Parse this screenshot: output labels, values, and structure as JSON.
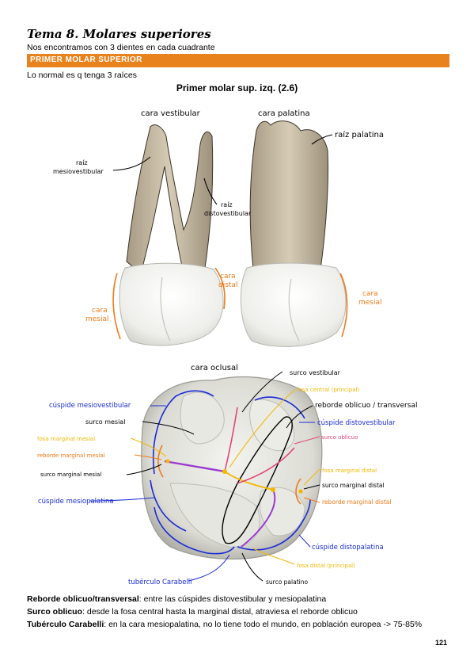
{
  "header": {
    "title": "Tema 8. Molares superiores",
    "subtitle": "Nos encontramos con 3 dientes en cada cuadrante"
  },
  "section": {
    "label": "PRIMER MOLAR SUPERIOR"
  },
  "intro_note": "Lo normal es q tenga 3 raíces",
  "figure": {
    "title": "Primer molar sup. izq. (2.6)",
    "labels": {
      "cara_vestibular": "cara vestibular",
      "cara_palatina": "cara palatina",
      "raiz_mv_1": "raíz",
      "raiz_mv_2": "mesiovestibular",
      "raiz_dv_1": "raíz",
      "raiz_dv_2": "distovestibular",
      "raiz_palatina": "raíz palatina",
      "cara_distal_1": "cara",
      "cara_distal_2": "distal",
      "cara_mesial_left_1": "cara",
      "cara_mesial_left_2": "mesial",
      "cara_mesial_right_1": "cara",
      "cara_mesial_right_2": "mesial",
      "cara_oclusal": "cara oclusal",
      "surco_vestibular": "surco vestibular",
      "fosa_central": "fosa central (principal)",
      "reborde_oblicuo": "reborde oblicuo / transversal",
      "cuspide_distovestibular": "cúspide distovestibular",
      "surco_oblicuo": "surco oblicuo",
      "fosa_marginal_distal": "fosa marginal distal",
      "surco_marginal_distal": "surco marginal distal",
      "reborde_marginal_distal": "reborde marginal distal",
      "cuspide_distopalatina": "cúspide distopalatina",
      "fosa_distal": "fosa distal (principal)",
      "surco_palatino": "surco palatino",
      "tuberculo_carabelli": "tubérculo Carabelli",
      "cuspide_mesiopalatina": "cúspide mesiopalatina",
      "surco_marginal_mesial": "surco marginal mesial",
      "reborde_marginal_mesial": "reborde marginal mesial",
      "fosa_marginal_mesial": "fosa marginal mesial",
      "surco_mesial": "surco mesial",
      "cuspide_mesiovestibular": "cúspide mesiovestibular"
    }
  },
  "definitions": [
    {
      "term": "Reborde oblicuo/transversal",
      "text": ": entre las cúspides distovestibular y mesiopalatina"
    },
    {
      "term": "Surco oblicuo",
      "text": ": desde la fosa central hasta la marginal distal, atraviesa el reborde oblicuo"
    },
    {
      "term": "Tubérculo Carabelli",
      "text": ": en la cara mesiopalatina, no lo tiene todo el mundo, en población europea -> 75-85%"
    }
  ],
  "page_number": "121",
  "colors": {
    "accent_orange": "#e8821c",
    "label_blue": "#1a2bd6",
    "label_orange": "#f07a1a",
    "label_yellow": "#f2b800",
    "label_pink": "#e0457a",
    "label_purple": "#9a3ad0"
  }
}
